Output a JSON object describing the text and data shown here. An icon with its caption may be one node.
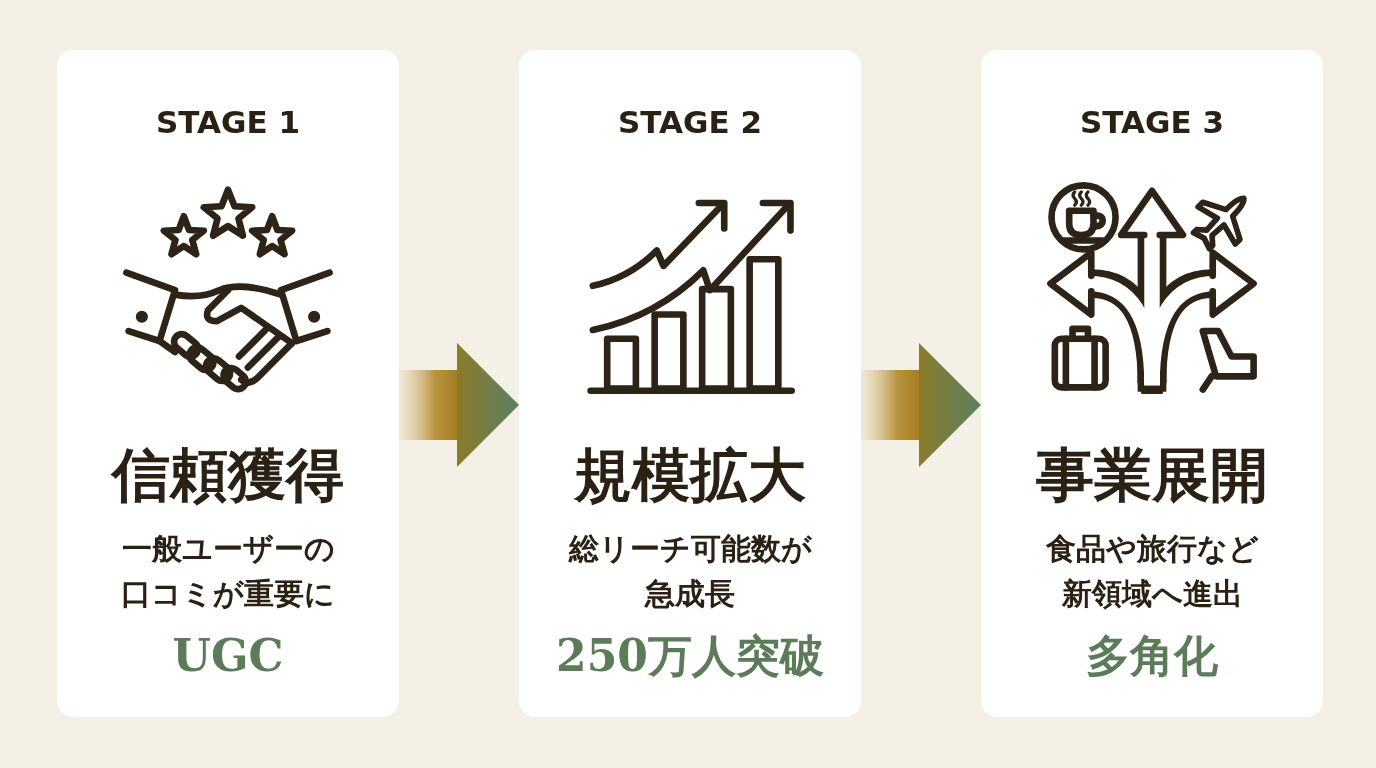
{
  "diagram": {
    "nodes": [
      {
        "text": [
          "STAGE 1",
          "信頼獲得",
          "一般ユーザーの口コミが重要に",
          "UGC"
        ]
      },
      {
        "text": [
          "STAGE 2",
          "規模拡大",
          "総リーチ可能数が急成長",
          "250万人突破"
        ]
      },
      {
        "text": [
          "STAGE 3",
          "事業展開",
          "食品や旅行など新領域へ進出",
          "多角化"
        ]
      }
    ],
    "edges": [
      {
        "from": 0,
        "to": 1,
        "arrow": "to"
      },
      {
        "from": 1,
        "to": 2,
        "arrow": "to"
      }
    ]
  }
}
